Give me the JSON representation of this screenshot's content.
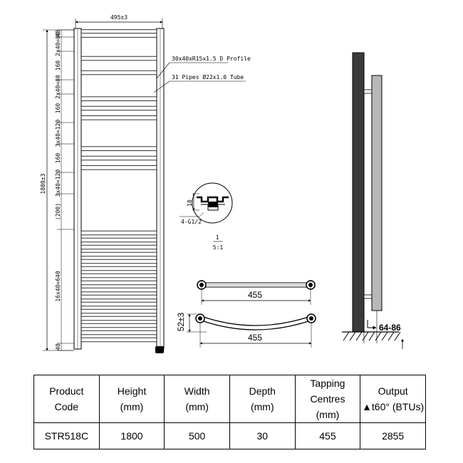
{
  "drawing": {
    "front_view": {
      "width_label": "495±3",
      "height_label": "1800±3",
      "profile_note": "30x40xR15x1.5 D Profile",
      "tube_note": "31 Pipes Ø22x1.0 Tube",
      "spacing_labels": [
        "40",
        "2x40=80",
        "160",
        "2x40=80",
        "160",
        "3x40=120",
        "160",
        "3x40=120",
        "(200)",
        "16x40=640",
        "40"
      ]
    },
    "detail_view": {
      "thread_label": "4-G1/2",
      "depth_label": "10",
      "scale_num": "1",
      "scale_den": "5:1"
    },
    "plan_view_straight": {
      "centres_label": "455"
    },
    "plan_view_curved": {
      "centres_label": "455",
      "bow_label": "52±3"
    },
    "side_view": {
      "wall_gap_label": "64-86"
    }
  },
  "spec_table": {
    "headers": [
      {
        "l1": "Product",
        "l2": "Code",
        "l3": ""
      },
      {
        "l1": "Height",
        "l2": "(mm)",
        "l3": ""
      },
      {
        "l1": "Width",
        "l2": "(mm)",
        "l3": ""
      },
      {
        "l1": "Depth",
        "l2": "(mm)",
        "l3": ""
      },
      {
        "l1": "Tapping",
        "l2": "Centres",
        "l3": "(mm)"
      },
      {
        "l1": "Output",
        "l2": "▲t60° (BTUs)",
        "l3": ""
      }
    ],
    "rows": [
      {
        "code": "STR518C",
        "height": "1800",
        "width": "500",
        "depth": "30",
        "centres": "455",
        "output": "2855"
      }
    ]
  }
}
